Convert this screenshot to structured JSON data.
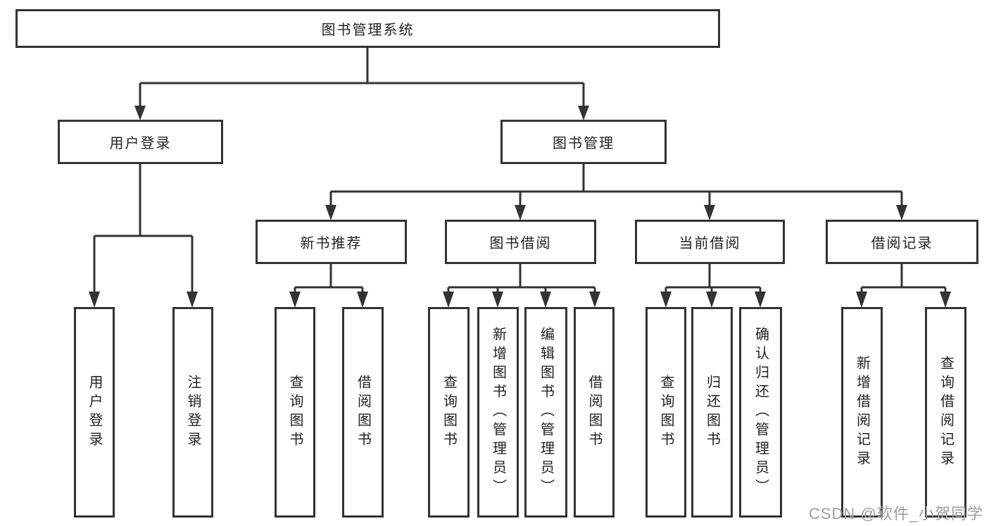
{
  "diagram": {
    "root": {
      "label": "图书管理系统"
    },
    "level2": [
      {
        "label": "用户登录"
      },
      {
        "label": "图书管理"
      }
    ],
    "level3": [
      {
        "label": "新书推荐"
      },
      {
        "label": "图书借阅"
      },
      {
        "label": "当前借阅"
      },
      {
        "label": "借阅记录"
      }
    ],
    "leaves": {
      "user_login": [
        "用户登录",
        "注销登录"
      ],
      "new_book": [
        "查询图书",
        "借阅图书"
      ],
      "borrowing": [
        "查询图书",
        "新增图书（管理员）",
        "编辑图书（管理员）",
        "借阅图书"
      ],
      "current": [
        "查询图书",
        "归还图书",
        "确认归还（管理员）"
      ],
      "records": [
        "新增借阅记录",
        "查询借阅记录"
      ]
    }
  },
  "watermark": {
    "text": "CSDN @软件_小贺同学"
  },
  "colors": {
    "line": "#333333",
    "text": "#222222",
    "background": "#ffffff",
    "watermark": "#9d9da1"
  }
}
